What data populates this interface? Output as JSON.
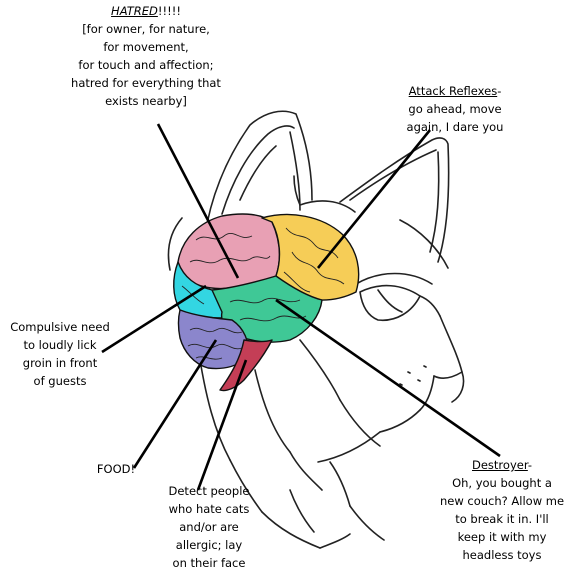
{
  "labels": {
    "hatred": {
      "heading": "HATRED",
      "heading_suffix": "!!!!!",
      "lines": [
        "[for owner, for nature,",
        "for movement,",
        "for touch and affection;",
        "hatred for everything that",
        "exists nearby]"
      ]
    },
    "attack": {
      "heading": "Attack Reflexes",
      "heading_suffix": "-",
      "lines": [
        "go ahead, move",
        "again, I dare you"
      ]
    },
    "compulsive": {
      "lines": [
        "Compulsive need",
        "to loudly lick",
        "groin in front",
        "of guests"
      ]
    },
    "food": {
      "text": "FOOD!"
    },
    "detect": {
      "lines": [
        "Detect people",
        "who hate cats",
        "and/or are",
        "allergic; lay",
        "on their face"
      ]
    },
    "destroyer": {
      "heading": "Destroyer",
      "heading_suffix": "-",
      "lines": [
        "Oh, you bought a",
        "new couch?  Allow me",
        "to break it in.  I'll",
        "keep it with my",
        "headless toys"
      ]
    }
  },
  "colors": {
    "hatred_region": "#e8a0b4",
    "attack_region": "#f6cd57",
    "compulsive_region": "#33d6e2",
    "motor_region": "#3fc896",
    "food_region": "#8b86cc",
    "detect_region": "#c43e56",
    "line": "#000000"
  }
}
